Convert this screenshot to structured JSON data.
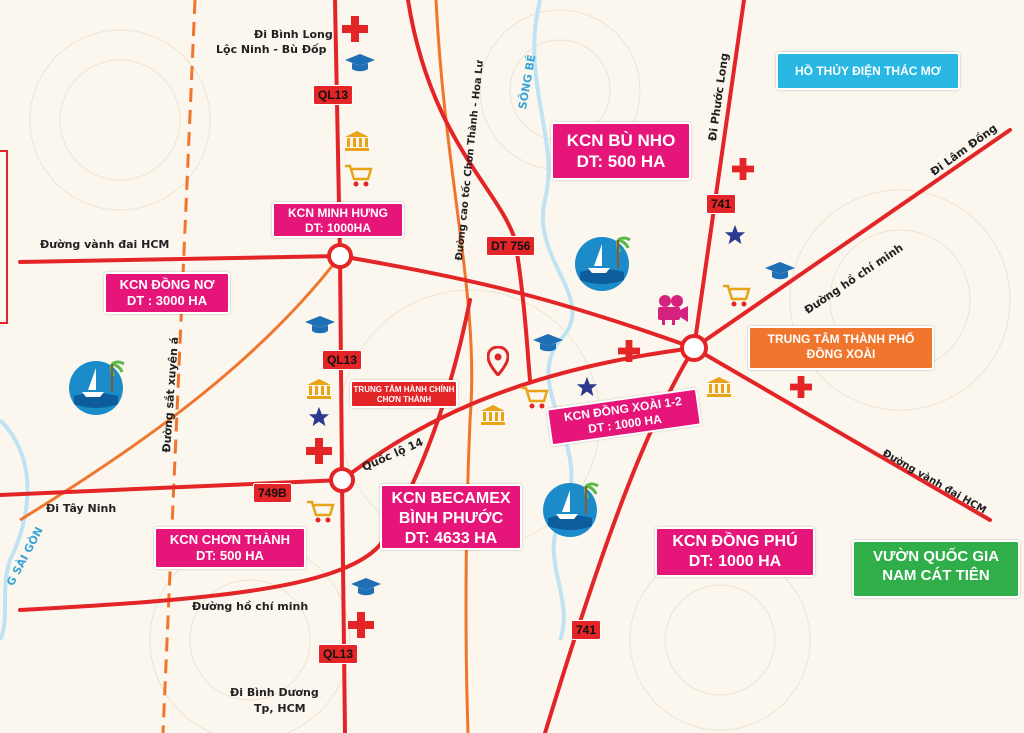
{
  "zones": {
    "bu_nho": {
      "line1": "KCN BÙ NHO",
      "line2": "DT: 500 HA"
    },
    "minh_hung": {
      "line1": "KCN MINH HƯNG",
      "line2": "DT: 1000HA"
    },
    "dong_no": {
      "line1": "KCN ĐỒNG NƠ",
      "line2": "DT : 3000 HA"
    },
    "dong_xoai": {
      "line1": "KCN ĐỒNG XOÀI 1-2",
      "line2": "DT : 1000 HA"
    },
    "becamex": {
      "line1": "KCN BECAMEX",
      "line2": "BÌNH PHƯỚC",
      "line3": "DT: 4633 HA"
    },
    "chon_thanh": {
      "line1": "KCN CHƠN THÀNH",
      "line2": "DT: 500 HA"
    },
    "dong_phu": {
      "line1": "KCN ĐỒNG PHÚ",
      "line2": "DT: 1000 HA"
    }
  },
  "places": {
    "thac_mo": "HỒ THỦY ĐIỆN THÁC MƠ",
    "dong_xoai_center": {
      "line1": "TRUNG TÂM THÀNH PHỐ",
      "line2": "ĐỒNG XOÀI"
    },
    "chon_thanh_center": {
      "line1": "TRUNG TÂM HÀNH CHÍNH",
      "line2": "CHƠN THÀNH"
    },
    "cat_tien": {
      "line1": "VƯỜN QUỐC GIA",
      "line2": "NAM CÁT TIÊN"
    }
  },
  "roads": {
    "ql13_top": "QL13",
    "ql13_mid": "QL13",
    "ql13_bottom": "QL13",
    "dt756": "DT 756",
    "r741_top": "741",
    "r741_bottom": "741",
    "r749b": "749B"
  },
  "labels": {
    "binh_long": "Đi Bình Long",
    "loc_ninh": "Lộc Ninh - Bù Đốp",
    "ring_hcm_left": "Đường vành đai HCM",
    "tay_ninh": "Đi Tây Ninh",
    "hcm_road_bottom": "Đường hồ chí minh",
    "binh_duong": "Đi Bình Dương",
    "tp_hcm": "Tp, HCM",
    "quoc_lo_14": "Quốc lộ 14",
    "xuyen_a": "Đường sắt xuyên á",
    "cao_toc": "Đường cao tốc Chơn Thành - Hoa Lư",
    "song_be": "SÔNG BÉ",
    "song_sai_gon": "G SÀI GÒN",
    "phuoc_long": "Đi Phước Long",
    "lam_dong": "Đi Lâm Đồng",
    "hcm_road_right": "Đường hồ chí minh",
    "ring_hcm_right": "Đường vành đai HCM"
  },
  "colors": {
    "road": "#e32527",
    "highway": "#f0762e",
    "zone": "#e6157a",
    "park": "#2fae49",
    "lake": "#29b8e4",
    "background": "#fbf7ef"
  },
  "icons": [
    "hospital-cross-icon",
    "graduation-cap-icon",
    "bank-icon",
    "shopping-cart-icon",
    "star-icon",
    "boat-island-icon",
    "location-pin-icon",
    "movie-camera-icon"
  ]
}
